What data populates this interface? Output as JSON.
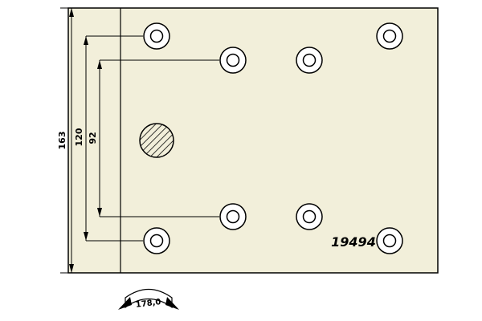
{
  "drawing": {
    "part_number": "19494",
    "dimensions": {
      "total_height": "163",
      "outer_hole_spacing": "120",
      "inner_hole_spacing": "92",
      "arc_width": "178,0"
    },
    "colors": {
      "plate_fill": "#f2efda",
      "line_color": "#000000",
      "hole_fill": "#ffffff"
    }
  }
}
